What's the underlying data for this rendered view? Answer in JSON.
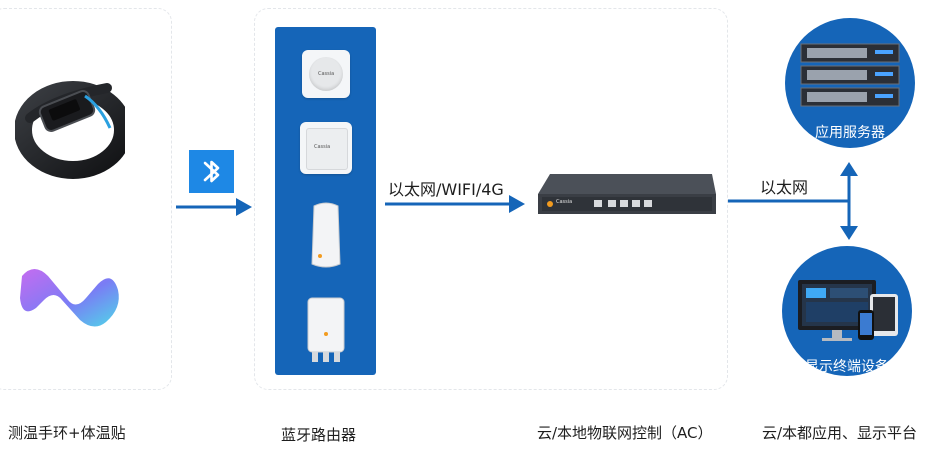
{
  "columns": {
    "wearables": "测温手环+体温贴",
    "router": "蓝牙路由器",
    "controller": "云/本地物联网控制（AC）",
    "platform": "云/本都应用、显示平台"
  },
  "connections": {
    "router_to_ac": "以太网/WIFI/4G",
    "ac_to_platform": "以太网"
  },
  "platform": {
    "server_label": "应用服务器",
    "display_label": "显示终端设备"
  },
  "brand": {
    "device_logo": "Cassia"
  },
  "colors": {
    "primary_blue": "#1565b8",
    "bluetooth_blue": "#1e88e5"
  }
}
